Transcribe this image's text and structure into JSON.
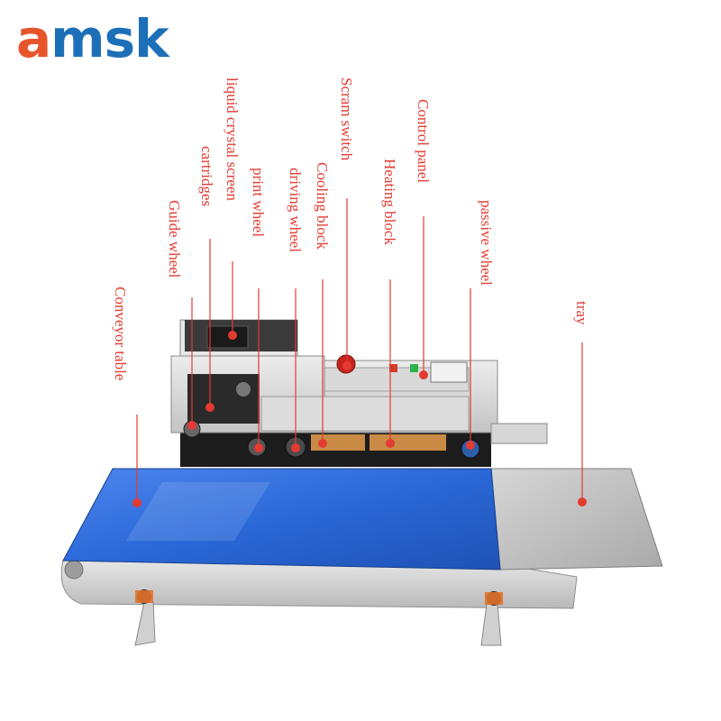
{
  "brand": {
    "logo_first": "a",
    "logo_rest": "msk",
    "color_first": "#e8542a",
    "color_rest": "#1d6fb8"
  },
  "colors": {
    "label": "#e33b31",
    "belt": "#2a68d8",
    "steel": "#c9c9c9"
  },
  "labels": [
    {
      "key": "conveyor",
      "text": "Conveyor table"
    },
    {
      "key": "guide",
      "text": "Guide wheel"
    },
    {
      "key": "cartridges",
      "text": "cartridges"
    },
    {
      "key": "lcd",
      "text": "liquid crystal screen"
    },
    {
      "key": "print",
      "text": "print wheel"
    },
    {
      "key": "driving",
      "text": "driving wheel"
    },
    {
      "key": "cooling",
      "text": "Cooling block"
    },
    {
      "key": "scram",
      "text": "Scram switch"
    },
    {
      "key": "heating",
      "text": "Heating block"
    },
    {
      "key": "control",
      "text": "Control panel"
    },
    {
      "key": "passive",
      "text": "passive wheel"
    },
    {
      "key": "tray",
      "text": "tray"
    }
  ]
}
